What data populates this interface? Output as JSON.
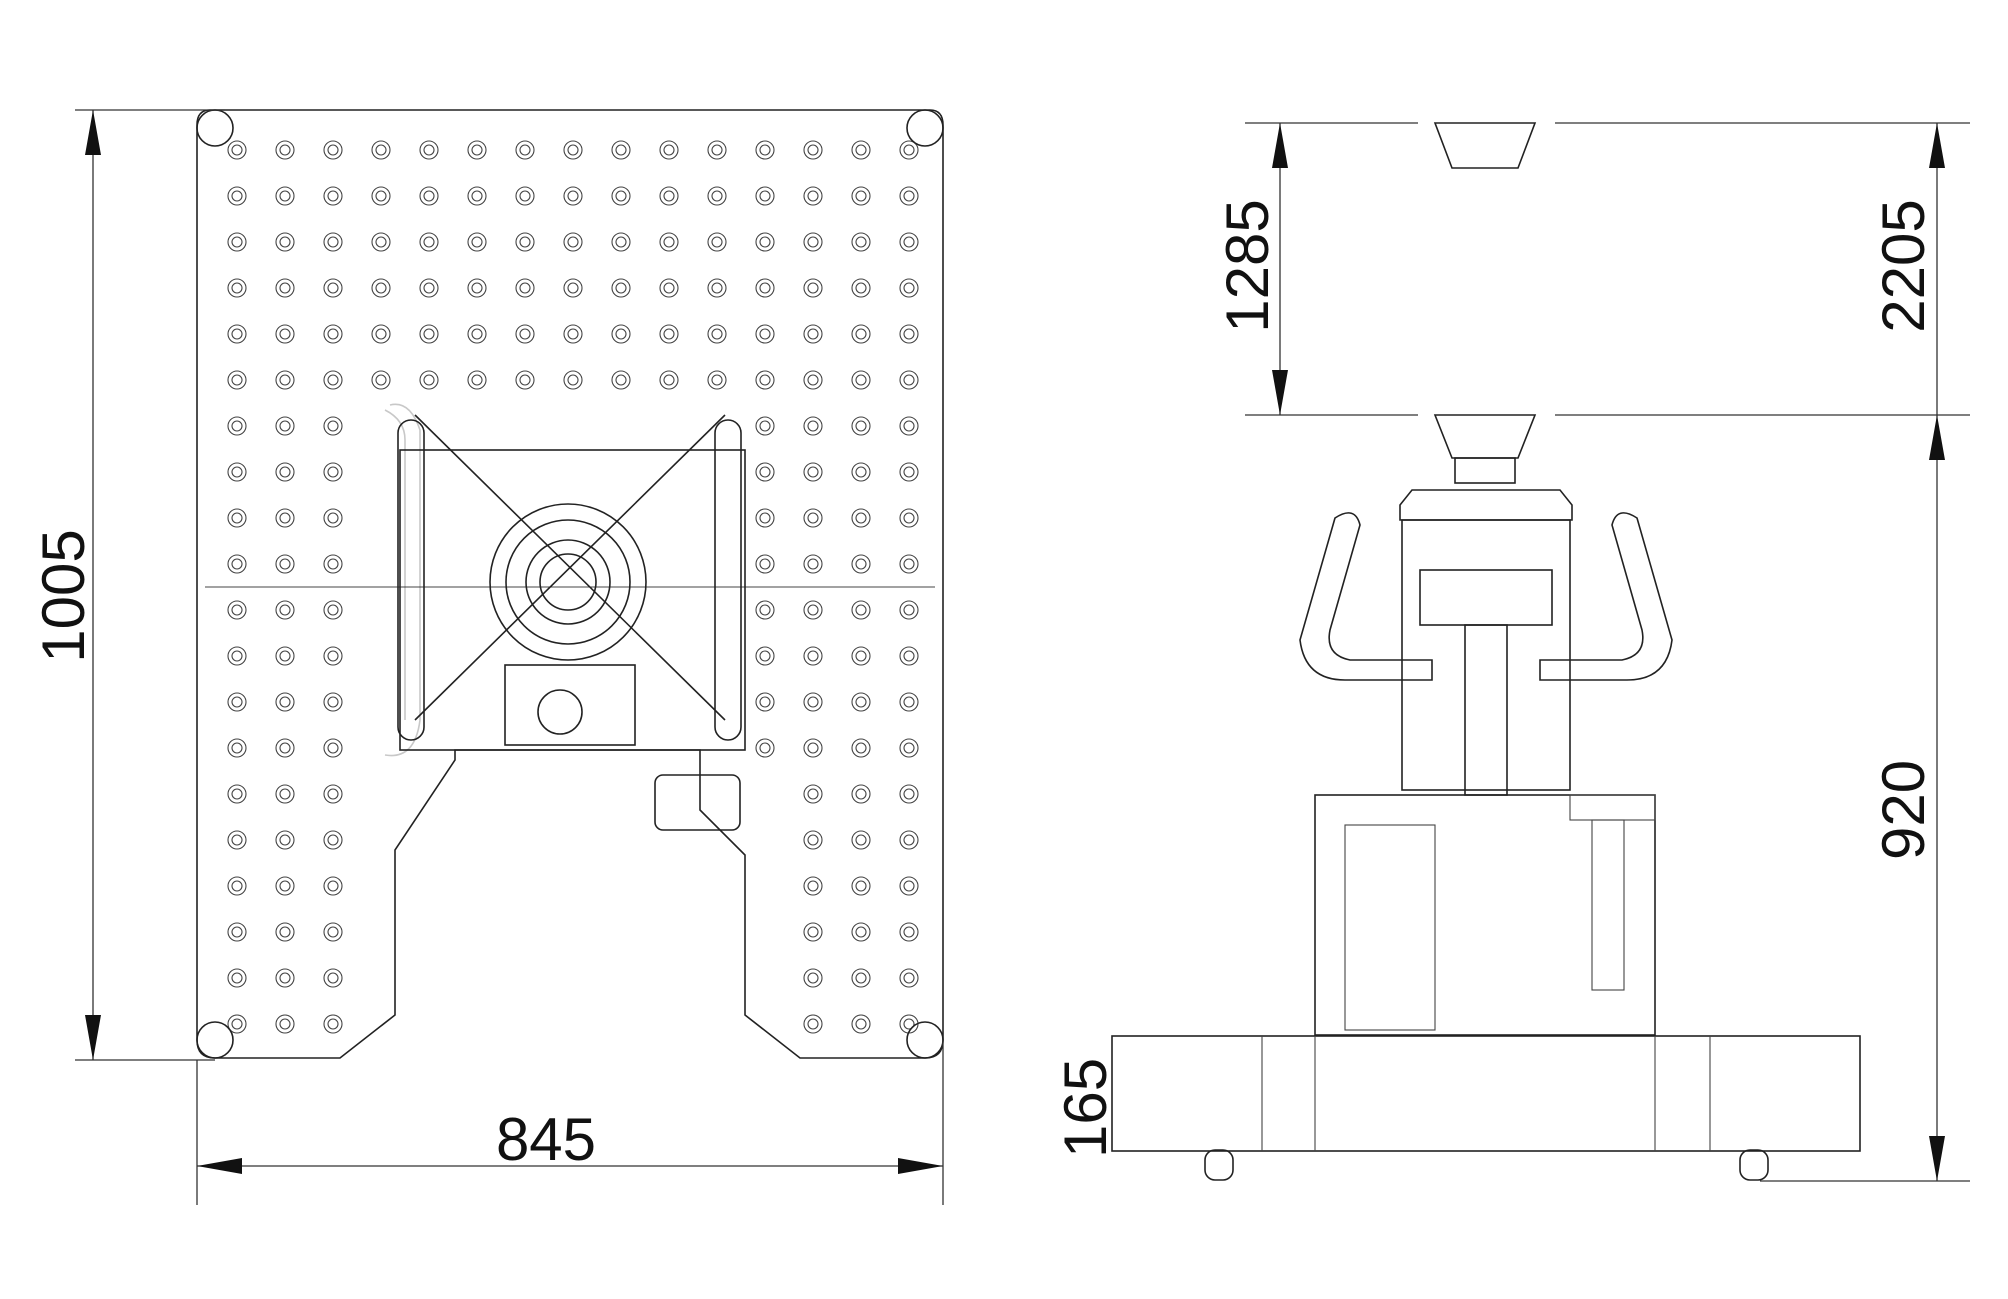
{
  "drawing": {
    "views": [
      "top-view",
      "front-view"
    ],
    "dimensions": {
      "plate_length": "1005",
      "plate_width": "845",
      "lift_stroke": "1285",
      "max_height": "2205",
      "min_height": "920",
      "base_height": "165"
    },
    "colors": {
      "line": "#222222",
      "background": "#ffffff"
    }
  }
}
